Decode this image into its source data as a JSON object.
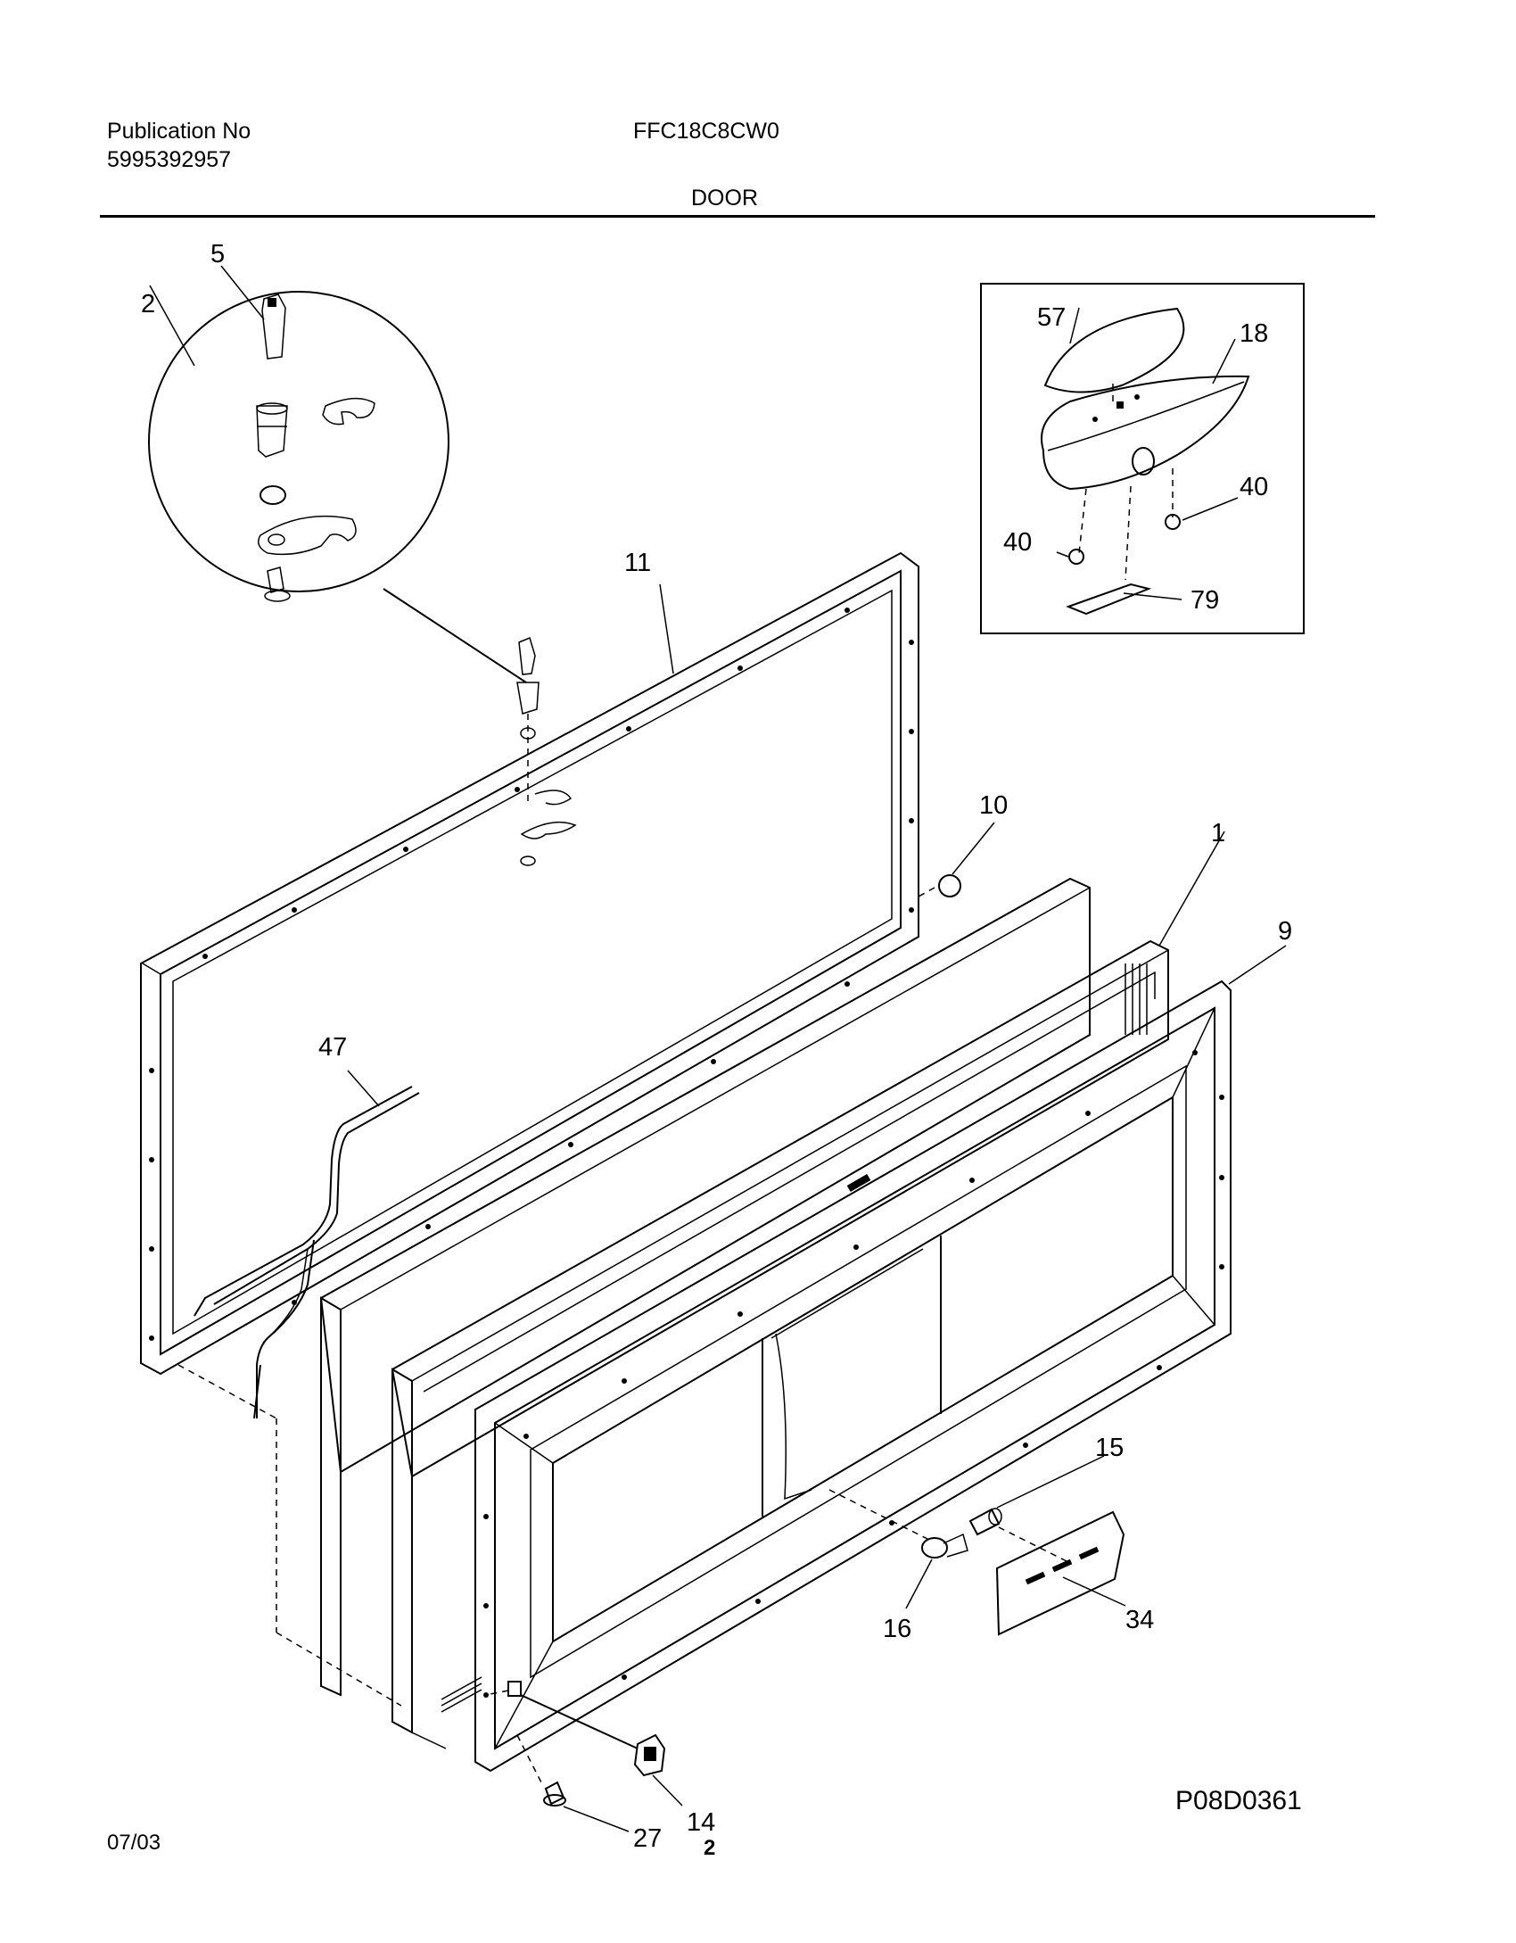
{
  "header": {
    "publication_label": "Publication No",
    "publication_number": "5995392957",
    "model_number": "FFC18C8CW0",
    "section_title": "DOOR"
  },
  "footer": {
    "date": "07/03",
    "page_number": "2",
    "drawing_id": "P08D0361"
  },
  "callouts": {
    "p1": "1",
    "p2": "2",
    "p5": "5",
    "p9": "9",
    "p10": "10",
    "p11": "11",
    "p14": "14",
    "p15": "15",
    "p16": "16",
    "p18": "18",
    "p27": "27",
    "p34": "34",
    "p40a": "40",
    "p40b": "40",
    "p47": "47",
    "p57": "57",
    "p79": "79"
  }
}
